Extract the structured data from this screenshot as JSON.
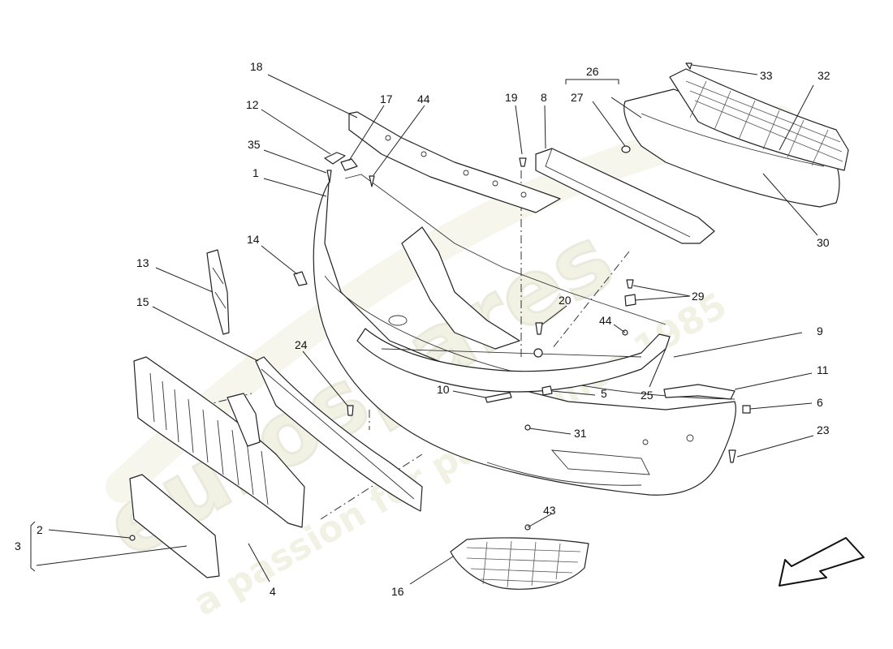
{
  "watermark": {
    "brand": "eurospares",
    "tagline": "a passion for parts since 1985",
    "color": "#e3e3c8"
  },
  "callouts": {
    "c1": "1",
    "c2": "2",
    "c3": "3",
    "c4": "4",
    "c5": "5",
    "c6": "6",
    "c8": "8",
    "c9": "9",
    "c10": "10",
    "c11": "11",
    "c12": "12",
    "c13": "13",
    "c14": "14",
    "c15": "15",
    "c16": "16",
    "c17": "17",
    "c18": "18",
    "c19": "19",
    "c20": "20",
    "c23": "23",
    "c24": "24",
    "c25": "25",
    "c26": "26",
    "c27": "27",
    "c29": "29",
    "c30": "30",
    "c31": "31",
    "c32": "32",
    "c33": "33",
    "c35": "35",
    "c43": "43",
    "c44a": "44",
    "c44b": "44"
  },
  "orientation_icon": "direction-arrow-icon"
}
